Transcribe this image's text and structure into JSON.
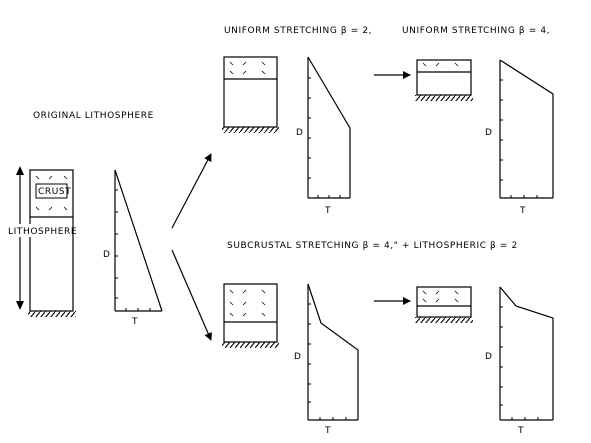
{
  "labels": {
    "original": "ORIGINAL LITHOSPHERE",
    "crust": "CRUST",
    "lithosphere": "LITHOSPHERE",
    "uniform_b2": "UNIFORM STRETCHING β = 2,",
    "uniform_b4": "UNIFORM STRETCHING β = 4,",
    "subcrustal": "SUBCRUSTAL STRETCHING β = 4,\" + LITHOSPHERIC β = 2"
  },
  "axes": {
    "depth": "D",
    "temperature": "T"
  }
}
